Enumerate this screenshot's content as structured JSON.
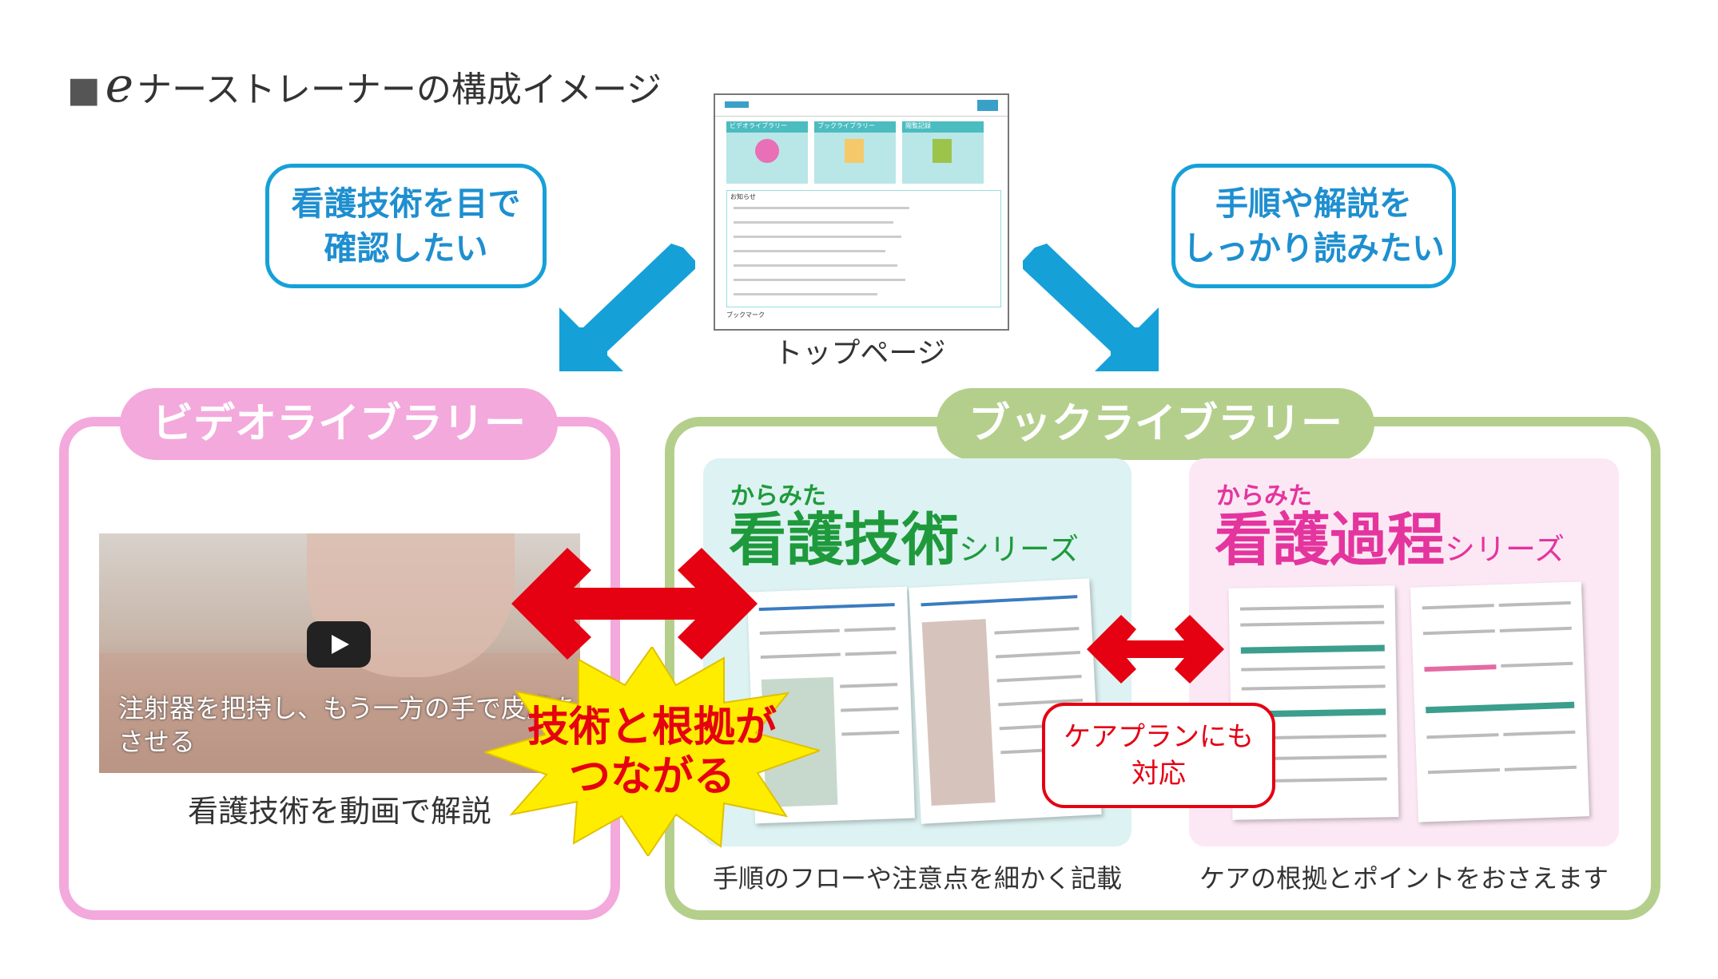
{
  "title": {
    "square": "■",
    "e": "e",
    "text": "ナーストレーナーの構成イメージ"
  },
  "bubble_left": {
    "line1": "看護技術を目で",
    "line2": "確認したい"
  },
  "bubble_right": {
    "line1": "手順や解説を",
    "line2": "しっかり読みたい"
  },
  "top_page": {
    "label": "トップページ",
    "tile_video": "ビデオライブラリー",
    "tile_book": "ブックライブラリー",
    "tile_record": "閲覧記録",
    "notice_heading": "お知らせ",
    "bookmark_heading": "ブックマーク"
  },
  "video_library": {
    "label": "ビデオライブラリー",
    "subtitle_line1": "注射器を把持し、もう一方の手で皮膚を伸展",
    "subtitle_line2": "させる",
    "caption": "看護技術を動画で解説"
  },
  "book_library": {
    "label": "ブックライブラリー",
    "series1": {
      "small": "からみた",
      "big": "看護技術",
      "suffix": "シリーズ",
      "caption": "手順のフローや注意点を細かく記載"
    },
    "series2": {
      "small": "からみた",
      "big": "看護過程",
      "suffix": "シリーズ",
      "caption": "ケアの根拠とポイントをおさえます"
    }
  },
  "starburst": {
    "line1": "技術と根拠が",
    "line2": "つながる"
  },
  "care_plan": {
    "line1": "ケアプランにも",
    "line2": "対応"
  },
  "colors": {
    "blue": "#16a0d8",
    "pink": "#f3a9dc",
    "green": "#b4cf8c",
    "red": "#e50012",
    "yellow": "#ffed00",
    "series1_green": "#1e9a3c",
    "series2_pink": "#e4359e"
  }
}
